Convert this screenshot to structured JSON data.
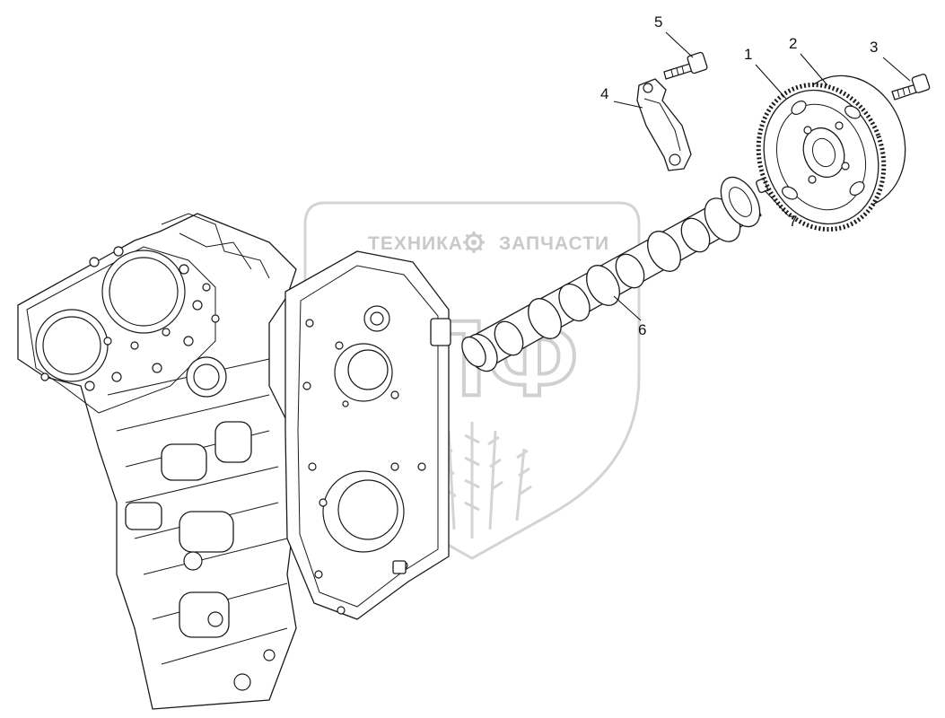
{
  "diagram": {
    "watermark": {
      "left_word": "ТЕХНИКА",
      "right_word": "ЗАПЧАСТИ",
      "emblem": "ЭПФ",
      "icon": "gear-icon"
    },
    "callouts": [
      {
        "id": "1",
        "label": "1"
      },
      {
        "id": "2",
        "label": "2"
      },
      {
        "id": "3",
        "label": "3"
      },
      {
        "id": "4",
        "label": "4"
      },
      {
        "id": "5",
        "label": "5"
      },
      {
        "id": "6",
        "label": "6"
      },
      {
        "id": "7",
        "label": "7"
      }
    ]
  }
}
